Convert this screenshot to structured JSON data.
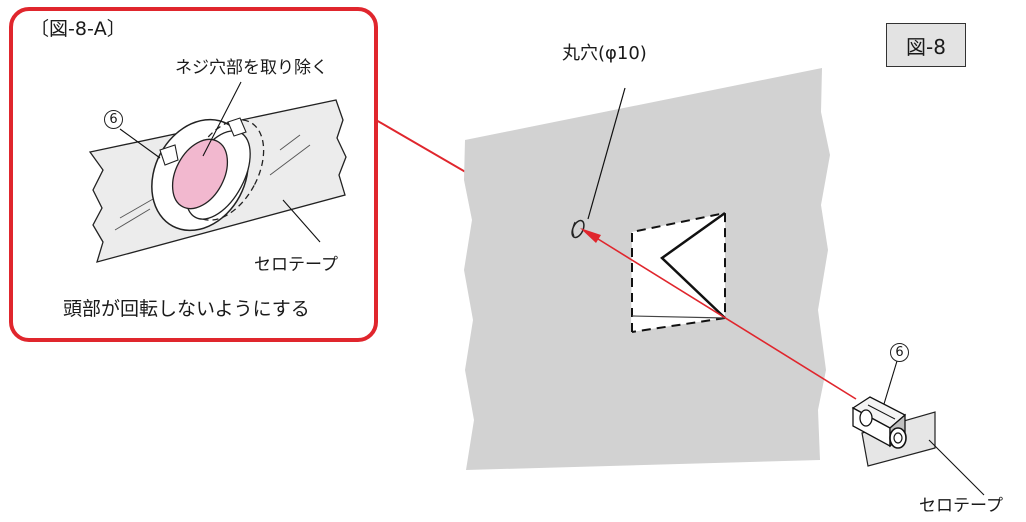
{
  "figure_label": "図-8",
  "inset": {
    "title": "〔図-8-A〕",
    "remove_screw_label": "ネジ穴部を取り除く",
    "part_number": "6",
    "tape_label": "セロテープ",
    "caption": "頭部が回転しないようにする"
  },
  "main": {
    "hole_label": "丸穴(φ10)",
    "part_number": "6",
    "tape_label": "セロテープ"
  },
  "colors": {
    "accent_red": "#e0262d",
    "wall_gray": "#d2d2d2",
    "highlight_pink": "#f2b8cf",
    "fig_label_bg": "#e3e3e3"
  }
}
